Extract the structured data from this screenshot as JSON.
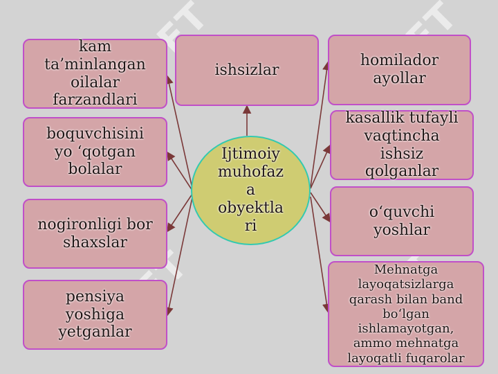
{
  "watermark": "SOFT",
  "center": {
    "label": "Ijtimoiy\nmuhofaz\na\nobyektla\nri"
  },
  "nodes": {
    "left_1": "kam\nta’minlangan\noilalar\nfarzandlari",
    "left_2": "boquvchisini\nyo ‘qotgan\nbolalar",
    "left_3": "nogironligi bor\nshaxslar",
    "left_4": "pensiya\nyoshiga\nyetganlar",
    "top": "ishsizlar",
    "right_1": "homilador\nayollar",
    "right_2": "kasallik tufayli\nvaqtincha\nishsiz\nqolganlar",
    "right_3": "o‘quvchi\nyoshlar",
    "right_4": "Mehnatga\nlayoqatsizlarga\nqarash bilan band\nbo‘lgan\nishlamayotgan,\nammo mehnatga\nlayoqatli fuqarolar"
  },
  "colors": {
    "background": "#d3d3d3",
    "box_fill": "#d4a5a8",
    "box_border": "#c04fc8",
    "center_fill": "#cfcc72",
    "center_border": "#33c9b0",
    "arrow": "#7a3838"
  }
}
